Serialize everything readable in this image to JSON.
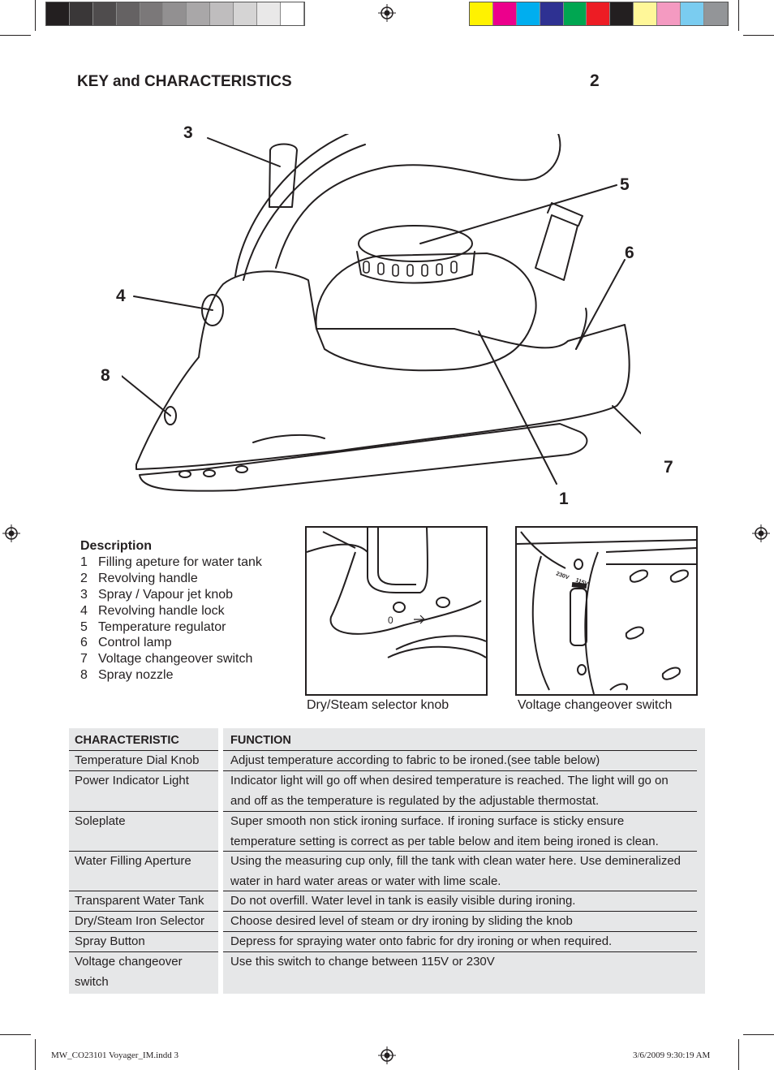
{
  "color_bars": {
    "grayscale": [
      "#231f20",
      "#3a3738",
      "#4f4c4d",
      "#656263",
      "#7b7879",
      "#929091",
      "#a9a7a8",
      "#bfbdbe",
      "#d5d4d4",
      "#e9e8e8",
      "#ffffff"
    ],
    "process": [
      "#fff200",
      "#ec008c",
      "#00aeef",
      "#2e3192",
      "#00a651",
      "#ed1c24",
      "#231f20",
      "#fff799",
      "#f49ac1",
      "#7accf0",
      "#939598"
    ]
  },
  "title": "KEY and CHARACTERISTICS",
  "callouts": [
    "1",
    "2",
    "3",
    "4",
    "5",
    "6",
    "7",
    "8"
  ],
  "description": {
    "heading": "Description",
    "items": [
      {
        "num": "1",
        "label": "Filling apeture for water tank"
      },
      {
        "num": "2",
        "label": "Revolving handle"
      },
      {
        "num": "3",
        "label": "Spray / Vapour jet knob"
      },
      {
        "num": "4",
        "label": "Revolving handle lock"
      },
      {
        "num": "5",
        "label": "Temperature regulator"
      },
      {
        "num": "6",
        "label": "Control lamp"
      },
      {
        "num": "7",
        "label": "Voltage changeover switch"
      },
      {
        "num": "8",
        "label": "Spray nozzle"
      }
    ]
  },
  "detail_images": {
    "left_caption": "Dry/Steam selector knob",
    "right_caption": "Voltage changeover switch",
    "left_marks": "0",
    "voltage_230": "230V",
    "voltage_115": "115V"
  },
  "table": {
    "headers": [
      "CHARACTERISTIC",
      "FUNCTION"
    ],
    "rows": [
      {
        "c": [
          "Temperature Dial Knob"
        ],
        "f": [
          "Adjust temperature according to fabric to be ironed.(see table below)"
        ]
      },
      {
        "c": [
          "Power Indicator Light"
        ],
        "f": [
          "Indicator light will go off when desired temperature is reached. The light will go on",
          "and off as the temperature is regulated by the adjustable thermostat."
        ]
      },
      {
        "c": [
          "Soleplate"
        ],
        "f": [
          "Super smooth non stick ironing surface. If ironing surface is sticky ensure",
          "temperature setting is correct as per table below and item being ironed is clean."
        ]
      },
      {
        "c": [
          "Water Filling Aperture"
        ],
        "f": [
          "Using the measuring cup only, fill the tank with clean water here. Use demineralized",
          "water in hard water areas or water with lime scale."
        ]
      },
      {
        "c": [
          "Transparent Water Tank"
        ],
        "f": [
          "Do not overfill. Water level in tank is easily visible during ironing."
        ]
      },
      {
        "c": [
          "Dry/Steam Iron Selector"
        ],
        "f": [
          "Choose desired level of steam or dry ironing by sliding the knob"
        ]
      },
      {
        "c": [
          "Spray Button"
        ],
        "f": [
          "Depress for spraying water onto fabric for dry ironing or when required."
        ]
      },
      {
        "c": [
          "Voltage changeover",
          "switch"
        ],
        "f": [
          "Use this switch to change between 115V or 230V"
        ]
      }
    ]
  },
  "footer": {
    "file": "MW_CO23101 Voyager_IM.indd   3",
    "date": "3/6/2009   9:30:19 AM"
  }
}
